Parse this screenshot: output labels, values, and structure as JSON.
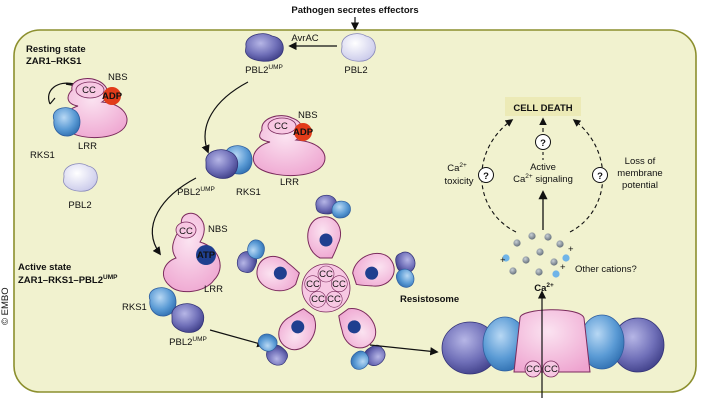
{
  "title": "Pathogen secretes effectors",
  "avrac": "AvrAC",
  "pbl2": "PBL2",
  "pbl2_ump": "PBL2",
  "ump": "UMP",
  "resting": {
    "line1": "Resting state",
    "line2": "ZAR1–RKS1"
  },
  "active": {
    "line1": "Active state",
    "line2": "ZAR1–RKS1–PBL2",
    "line2_sup": "UMP"
  },
  "domains": {
    "nbs": "NBS",
    "cc": "CC",
    "lrr": "LRR",
    "adp": "ADP",
    "atp": "ATP",
    "rks1": "RKS1"
  },
  "resistosome": "Resistosome",
  "cell_death": "CELL DEATH",
  "question": "?",
  "ca_toxicity": {
    "line1": "Ca",
    "sup": "2+",
    "line2": "toxicity"
  },
  "active_ca": {
    "line1": "Active",
    "line2_a": "Ca",
    "sup": "2+",
    "line2_b": " signaling"
  },
  "membrane_potential": {
    "line1": "Loss of",
    "line2": "membrane",
    "line3": "potential"
  },
  "ca_ion": {
    "label": "Ca",
    "sup": "2+"
  },
  "plus": "+",
  "other_cations": "Other cations?",
  "copyright": "© EMBO",
  "colors": {
    "panel_fill": "#f1f2cf",
    "panel_stroke": "#8c8f2e",
    "zar1_pink": "#f3b3d8",
    "zar1_stroke": "#7a2a5c",
    "rks1_blue": "#5b9bd5",
    "pbl2_purple": "#6f6fb8",
    "pbl2_light": "#d9d9f2",
    "adp_red": "#e23c1a",
    "atp_navy": "#1f3f8f",
    "cell_death_fill": "#eceab6",
    "other_cations_text": "#2f8fd6"
  }
}
